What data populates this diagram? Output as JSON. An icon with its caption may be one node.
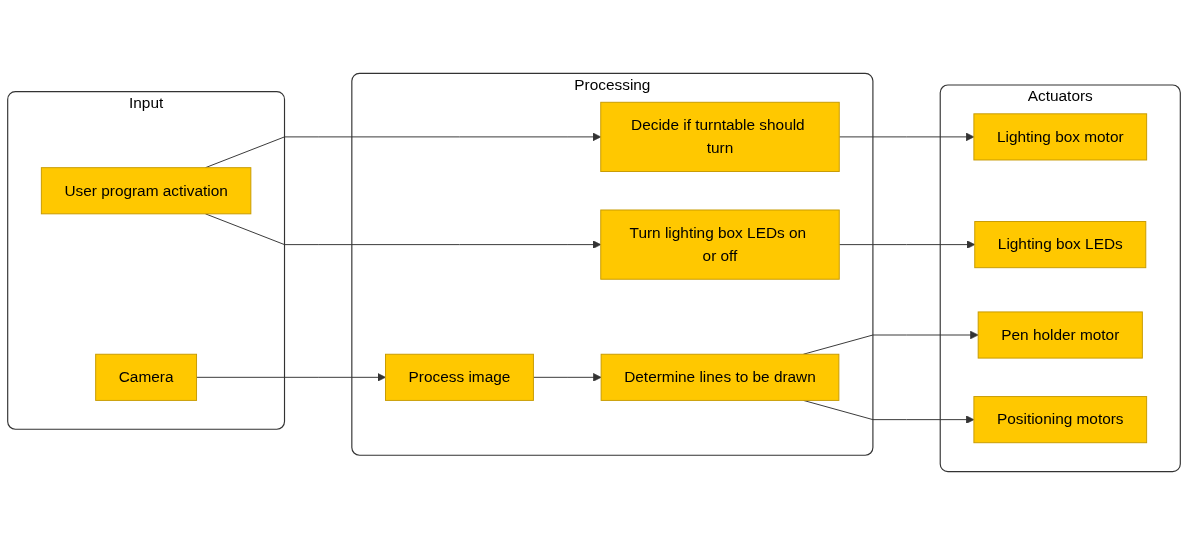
{
  "diagram": {
    "nodes": [
      {
        "text": [
          "Input"
        ]
      },
      {
        "text": [
          "User program activation"
        ],
        "in": 0
      },
      {
        "text": [
          "Camera"
        ],
        "in": 0
      },
      {
        "text": [
          "Processing"
        ]
      },
      {
        "text": [
          "Decide if turntable should turn"
        ],
        "in": 3
      },
      {
        "text": [
          "Turn lighting box LEDs on or off"
        ],
        "in": 3
      },
      {
        "text": [
          "Process image"
        ],
        "in": 3
      },
      {
        "text": [
          "Determine lines to be drawn"
        ],
        "in": 3
      },
      {
        "text": [
          "Actuators"
        ]
      },
      {
        "text": [
          "Lighting box motor"
        ],
        "in": 8
      },
      {
        "text": [
          "Lighting box LEDs"
        ],
        "in": 8
      },
      {
        "text": [
          "Pen holder motor"
        ],
        "in": 8
      },
      {
        "text": [
          "Positioning motors"
        ],
        "in": 8
      }
    ],
    "edges": [
      {
        "from": 1,
        "to": 4,
        "arrow": "to"
      },
      {
        "from": 1,
        "to": 5,
        "arrow": "to"
      },
      {
        "from": 2,
        "to": 6,
        "arrow": "to"
      },
      {
        "from": 6,
        "to": 7,
        "arrow": "to"
      },
      {
        "from": 4,
        "to": 9,
        "arrow": "to"
      },
      {
        "from": 5,
        "to": 10,
        "arrow": "to"
      },
      {
        "from": 7,
        "to": 11,
        "arrow": "to"
      },
      {
        "from": 7,
        "to": 12,
        "arrow": "to"
      }
    ]
  }
}
